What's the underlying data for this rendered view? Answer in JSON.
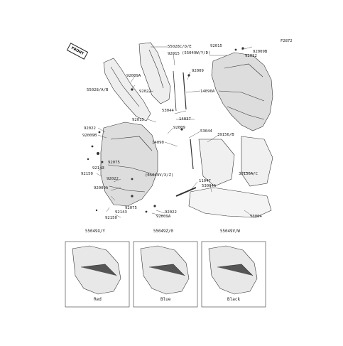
{
  "ref_code": "F2872",
  "front_tag": "FRONT",
  "callouts": [
    {
      "id": "c1",
      "text": "55028C/D/E"
    },
    {
      "id": "c2",
      "text": "92015"
    },
    {
      "id": "c3",
      "text": "(55049W/Y/D)"
    },
    {
      "id": "c4",
      "text": "92015"
    },
    {
      "id": "c5",
      "text": "92022"
    },
    {
      "id": "c6",
      "text": "92009B"
    },
    {
      "id": "c7",
      "text": "92009A"
    },
    {
      "id": "c8",
      "text": "92022"
    },
    {
      "id": "c9",
      "text": "55028/A/B"
    },
    {
      "id": "c10",
      "text": "92009"
    },
    {
      "id": "c11",
      "text": "14090A"
    },
    {
      "id": "c12",
      "text": "53044"
    },
    {
      "id": "c13",
      "text": "14037"
    },
    {
      "id": "c14",
      "text": "92015"
    },
    {
      "id": "c15",
      "text": "92022"
    },
    {
      "id": "c16",
      "text": "92009"
    },
    {
      "id": "c17",
      "text": "53044"
    },
    {
      "id": "c18",
      "text": "92009B"
    },
    {
      "id": "c19",
      "text": "39156/B"
    },
    {
      "id": "c20",
      "text": "14090"
    },
    {
      "id": "c21",
      "text": "92075"
    },
    {
      "id": "c22",
      "text": "92143"
    },
    {
      "id": "c23",
      "text": "92150"
    },
    {
      "id": "c24",
      "text": "39156A/C"
    },
    {
      "id": "c25",
      "text": "11047"
    },
    {
      "id": "c26",
      "text": "(55049V/X/Z)"
    },
    {
      "id": "c27",
      "text": "92022"
    },
    {
      "id": "c28",
      "text": "53004A"
    },
    {
      "id": "c29",
      "text": "92009A"
    },
    {
      "id": "c30",
      "text": "92075"
    },
    {
      "id": "c31",
      "text": "92143"
    },
    {
      "id": "c32",
      "text": "92022"
    },
    {
      "id": "c33",
      "text": "92150"
    },
    {
      "id": "c34",
      "text": "92009A"
    },
    {
      "id": "c35",
      "text": "53004"
    }
  ],
  "variants": [
    {
      "part": "55049X/Y",
      "color": "Red"
    },
    {
      "part": "55049Z/0",
      "color": "Blue"
    },
    {
      "part": "55049V/W",
      "color": "Black"
    }
  ]
}
